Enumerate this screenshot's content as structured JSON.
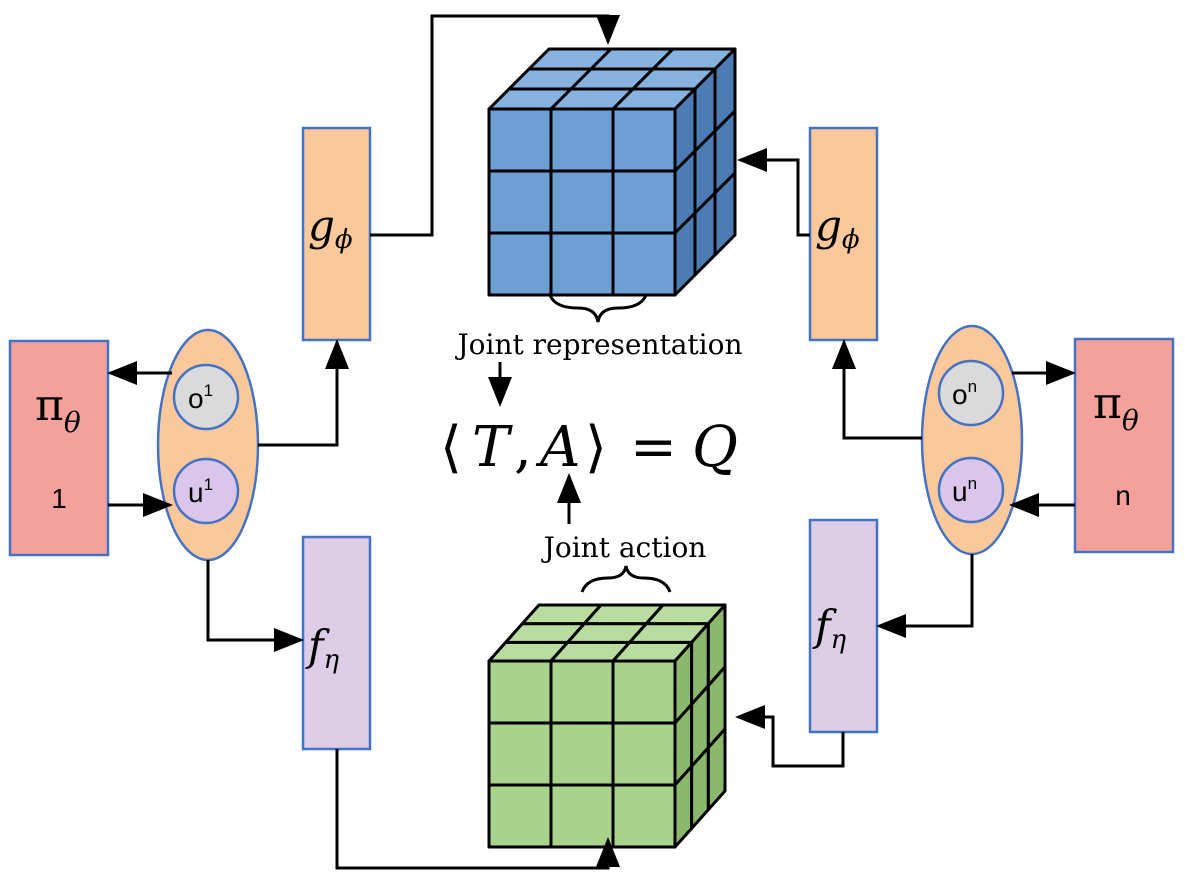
{
  "colors": {
    "policy_fill": "#f5a19b",
    "policy_border": "#4472c4",
    "g_fill": "#fac89a",
    "f_fill": "#decde6",
    "ellipse_fill": "#fac89a",
    "obs_fill": "#dadada",
    "act_fill": "#d9c6ea",
    "blue_cube_front": "#6e9fd4",
    "blue_cube_top": "#87b1df",
    "blue_cube_side": "#4d7cb5",
    "green_cube_front": "#a9d38c",
    "green_cube_top": "#b9dca0",
    "green_cube_side": "#8bb86c",
    "arrow": "#000000"
  },
  "left_agent": {
    "policy_symbol": "π",
    "policy_sub": "θ",
    "index": "1",
    "obs_base": "o",
    "obs_sup": "1",
    "act_base": "u",
    "act_sup": "1",
    "g_symbol": "g",
    "g_sub": "ϕ",
    "f_symbol": "f",
    "f_sub": "η"
  },
  "right_agent": {
    "policy_symbol": "π",
    "policy_sub": "θ",
    "index": "n",
    "obs_base": "o",
    "obs_sup": "n",
    "act_base": "u",
    "act_sup": "n",
    "g_symbol": "g",
    "g_sub": "ϕ",
    "f_symbol": "f",
    "f_sub": "η"
  },
  "labels": {
    "joint_representation": "Joint representation",
    "joint_action": "Joint action"
  },
  "equation": {
    "lang": "⟨",
    "T": "T",
    "comma": ",",
    "A": "A",
    "rang": "⟩",
    "eq": "=",
    "Q": "Q"
  },
  "icons": {
    "top_cube": "joint-representation-cube-icon",
    "bottom_cube": "joint-action-cube-icon",
    "brace": "curly-brace-icon"
  }
}
